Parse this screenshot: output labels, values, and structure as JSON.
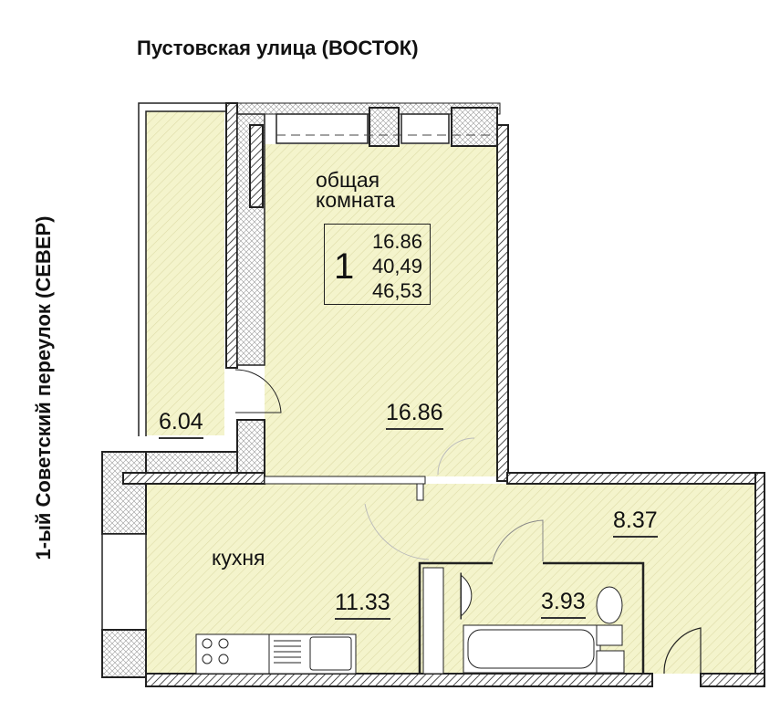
{
  "header": {
    "title": "Пустовская улица (ВОСТОК)"
  },
  "side_label": "1-ый Советский переулок (СЕВЕР)",
  "living_room": {
    "name_line1": "общая",
    "name_line2": "комната",
    "area": "16.86"
  },
  "summary": {
    "rooms": "1",
    "living_area": "16.86",
    "total_area": "40,49",
    "total_with_balcony": "46,53"
  },
  "balcony": {
    "area": "6.04"
  },
  "hall": {
    "area": "8.37"
  },
  "kitchen": {
    "name": "кухня",
    "area": "11.33"
  },
  "bathroom": {
    "area": "3.93"
  },
  "colors": {
    "floor": "#f4f4cc",
    "wall": "#222222"
  }
}
